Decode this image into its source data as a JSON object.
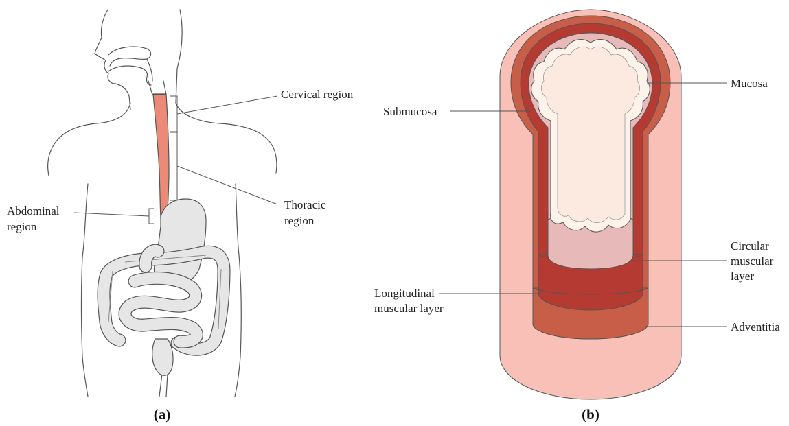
{
  "panel_a": {
    "caption": "(a)",
    "labels": {
      "cervical": "Cervical region",
      "thoracic_line1": "Thoracic",
      "thoracic_line2": "region",
      "abdominal_line1": "Abdominal",
      "abdominal_line2": "region"
    }
  },
  "panel_b": {
    "caption": "(b)",
    "labels": {
      "mucosa": "Mucosa",
      "submucosa": "Submucosa",
      "circular_line1": "Circular",
      "circular_line2": "muscular",
      "circular_line3": "layer",
      "longitudinal_line1": "Longitudinal",
      "longitudinal_line2": "muscular layer",
      "adventitia": "Adventitia"
    }
  },
  "colors": {
    "esophagus": "#ec8a78",
    "adventitia": "#f8c0b6",
    "longitudinal_muscle": "#c95e48",
    "circular_muscle": "#b43a32",
    "submucosa": "#e8b9b9",
    "mucosa": "#fdf3ea",
    "lumen": "#fce9e0",
    "organs": "#e6e6e6"
  }
}
